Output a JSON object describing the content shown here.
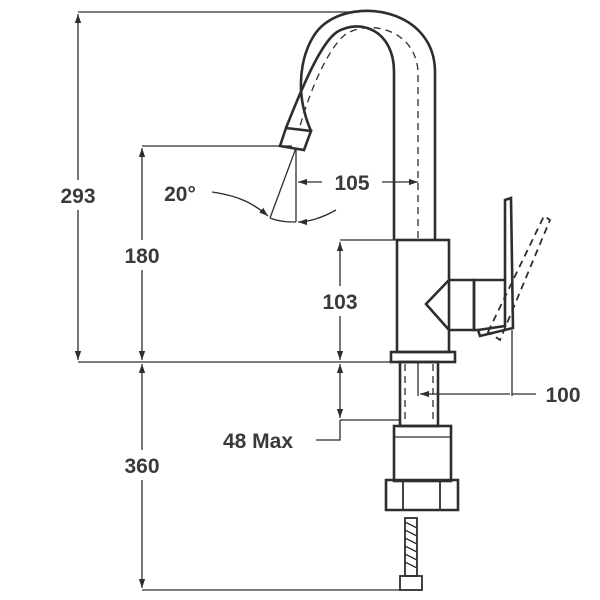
{
  "dimensions": {
    "total_height": "293",
    "spout_height": "180",
    "body_height": "103",
    "below_counter": "360",
    "spout_reach": "105",
    "spout_angle": "20°",
    "lever_reach": "100",
    "counter_thickness": "48 Max"
  },
  "colors": {
    "line": "#2e2e2e",
    "text": "#3a3a3a",
    "background": "#ffffff"
  }
}
